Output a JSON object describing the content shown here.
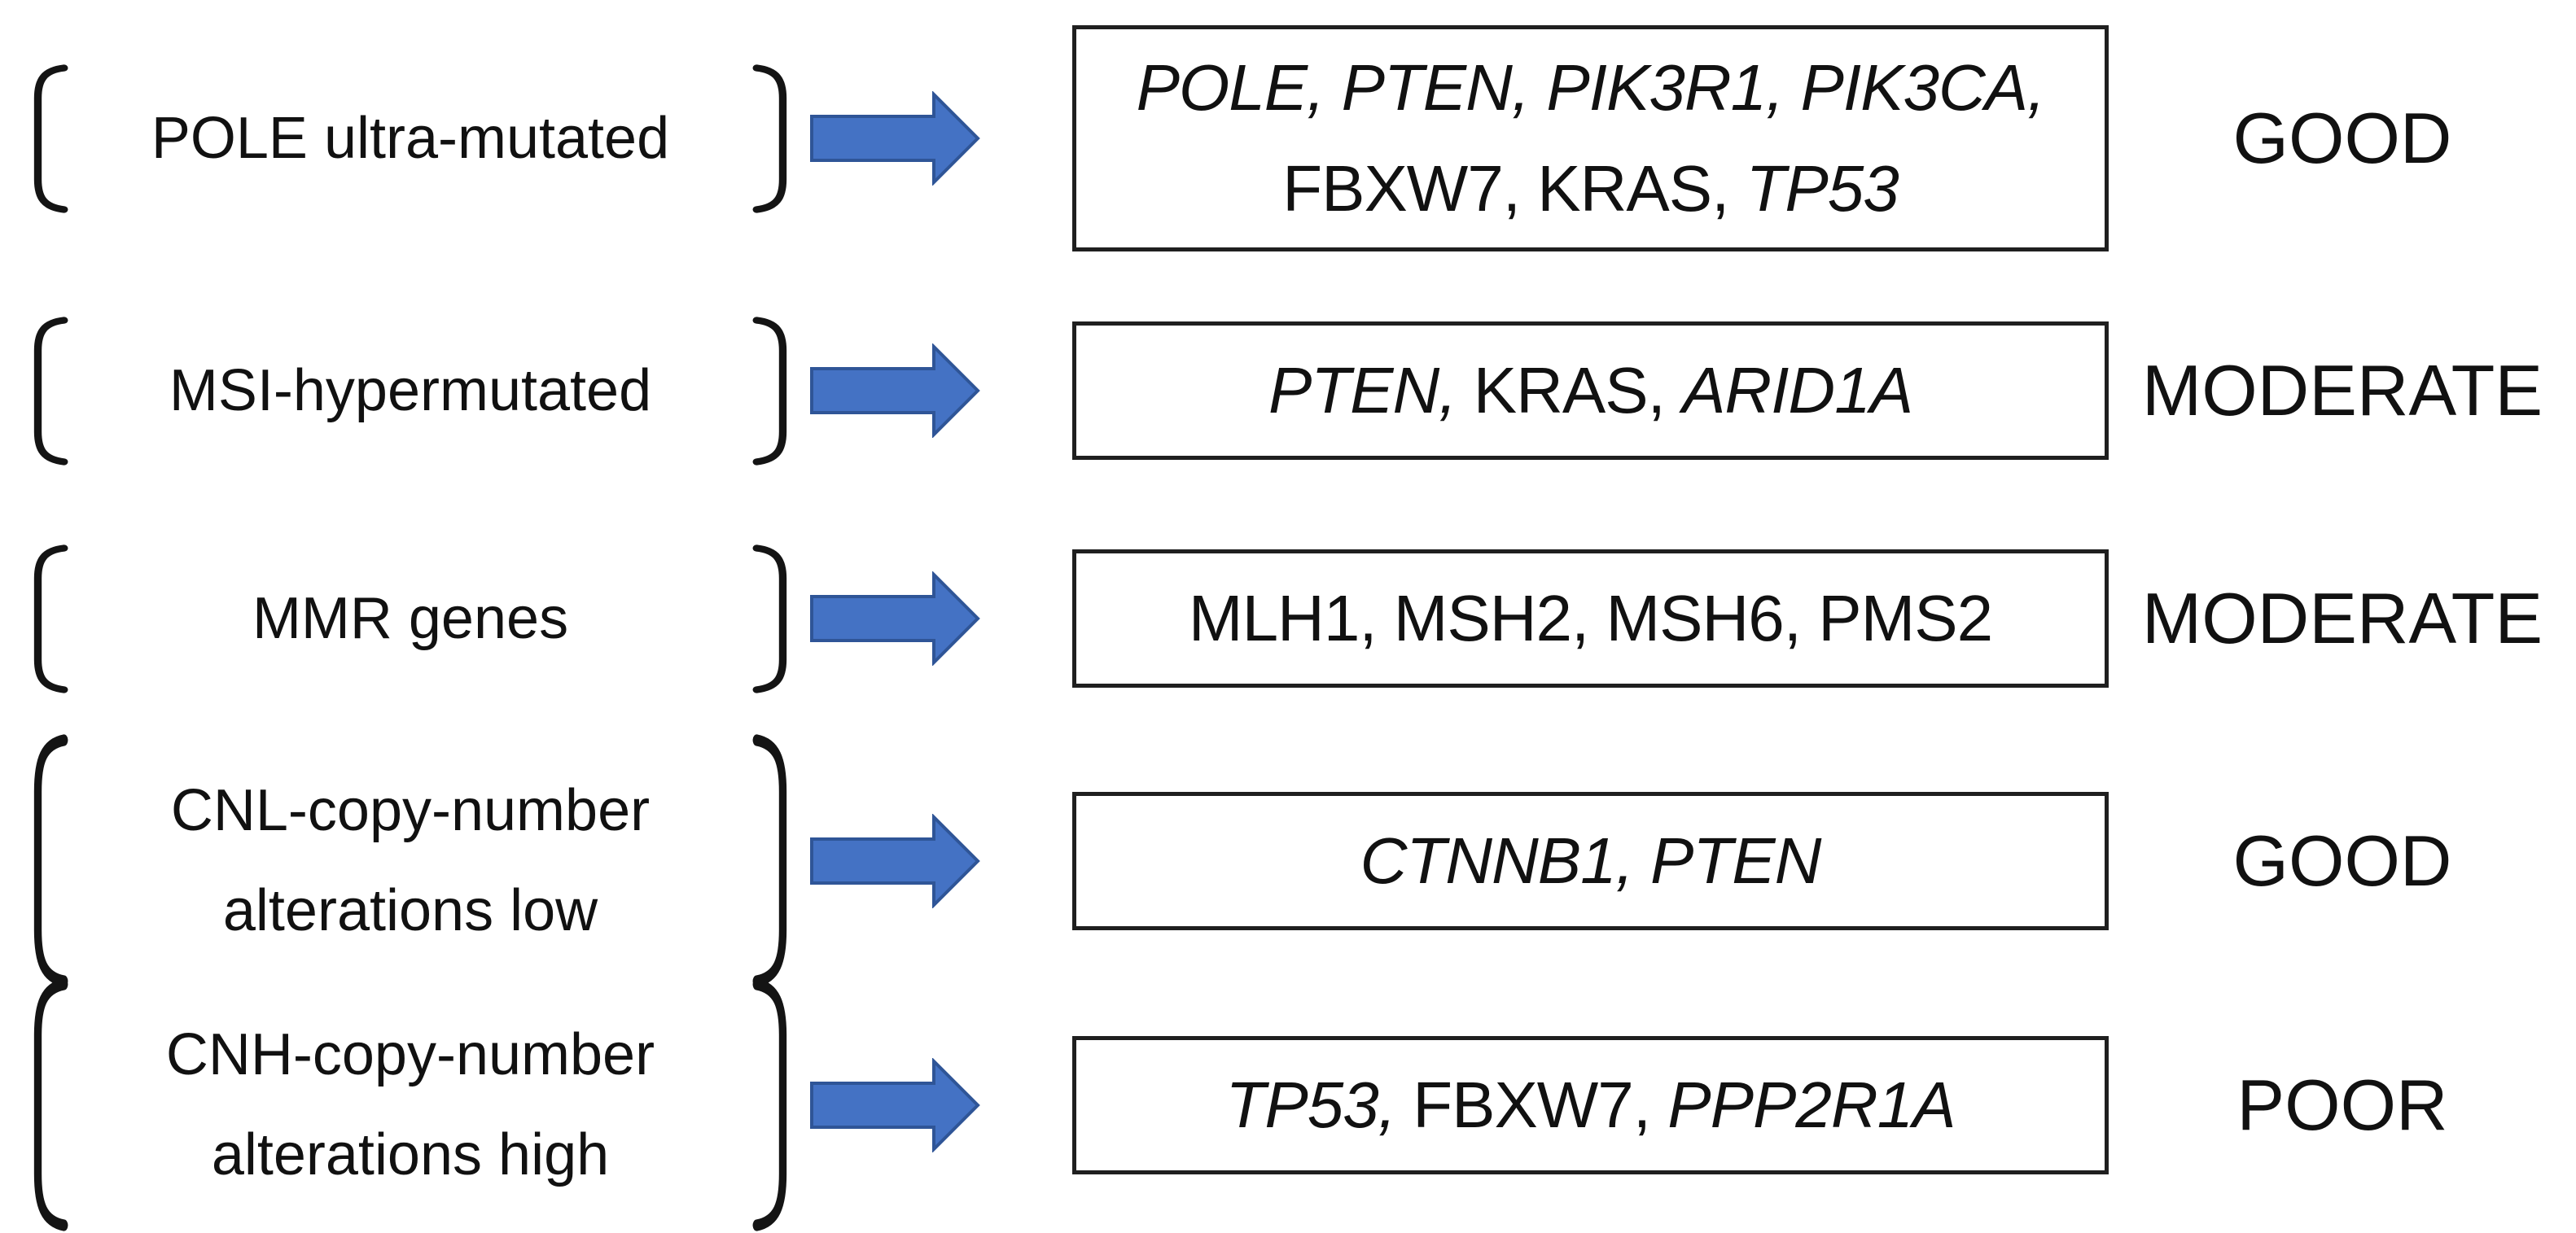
{
  "diagram": {
    "description": "Molecular subtypes with associated gene alterations and prognosis",
    "colors": {
      "arrow_fill": "#4472C4",
      "arrow_stroke": "#2F5597",
      "box_border": "#1f1f1f",
      "text": "#111111"
    },
    "icons": {
      "arrow": "right-block-arrow",
      "bracket": "tall-parenthesis-bracket"
    },
    "rows": [
      {
        "label_lines": [
          "POLE ultra-mutated"
        ],
        "genes": [
          [
            {
              "text": "POLE, PTEN, PIK3R1, PIK3CA,",
              "italic": true
            }
          ],
          [
            {
              "text": "FBXW7, KRAS, ",
              "italic": false
            },
            {
              "text": "TP53",
              "italic": true
            }
          ]
        ],
        "prognosis": "GOOD"
      },
      {
        "label_lines": [
          "MSI-hypermutated"
        ],
        "genes": [
          [
            {
              "text": "PTEN,",
              "italic": true
            },
            {
              "text": " KRAS, ",
              "italic": false
            },
            {
              "text": "ARID1A",
              "italic": true
            }
          ]
        ],
        "prognosis": "MODERATE"
      },
      {
        "label_lines": [
          "MMR genes"
        ],
        "genes": [
          [
            {
              "text": "MLH1, MSH2, MSH6, PMS2",
              "italic": false
            }
          ]
        ],
        "prognosis": "MODERATE"
      },
      {
        "label_lines": [
          "CNL-copy-number",
          "alterations low"
        ],
        "genes": [
          [
            {
              "text": "CTNNB1, PTEN",
              "italic": true
            }
          ]
        ],
        "prognosis": "GOOD"
      },
      {
        "label_lines": [
          "CNH-copy-number",
          "alterations high"
        ],
        "genes": [
          [
            {
              "text": "TP53,",
              "italic": true
            },
            {
              "text": " FBXW7, ",
              "italic": false
            },
            {
              "text": "PPP2R1A",
              "italic": true
            }
          ]
        ],
        "prognosis": "POOR"
      }
    ]
  }
}
